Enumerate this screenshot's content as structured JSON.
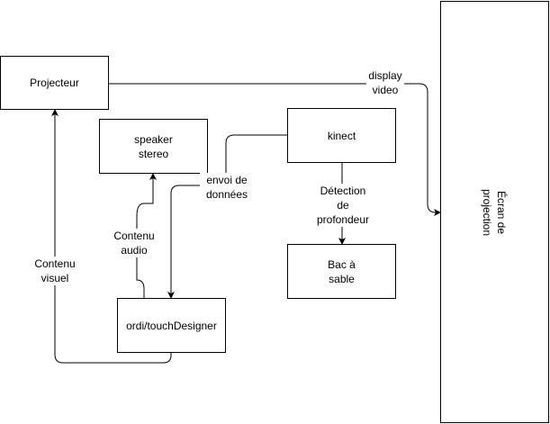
{
  "diagram": {
    "nodes": {
      "projecteur": "Projecteur",
      "speaker": "speaker\nstereo",
      "kinect": "kinect",
      "bac": "Bac à\nsable",
      "ordi": "ordi/touchDesigner",
      "ecran": "Écran de\nprojection"
    },
    "edges": {
      "display_video": "display\nvideo",
      "envoi_donnees": "envoi de\ndonnées",
      "detection": "Détection\nde\nprofondeur",
      "contenu_audio": "Contenu\naudio",
      "contenu_visuel": "Contenu\nvisuel"
    },
    "colors": {
      "stroke": "#000000",
      "background": "#ffffff"
    }
  }
}
